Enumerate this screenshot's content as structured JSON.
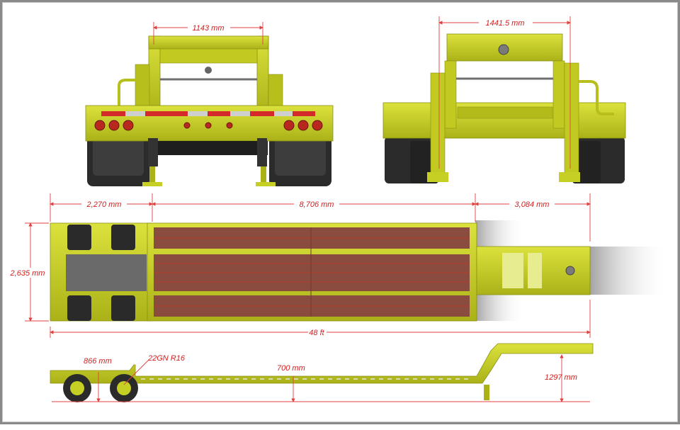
{
  "dimensions": {
    "rear_width": "1143 mm",
    "front_width": "1441.5 mm",
    "rear_section": "2,270 mm",
    "deck_length": "8,706 mm",
    "gooseneck": "3,084 mm",
    "overall_width": "2,635 mm",
    "overall_length": "48 ft",
    "axle_height": "866 mm",
    "tire_spec": "22GN R16",
    "deck_height": "700 mm",
    "fifth_wheel_height": "1297 mm"
  },
  "colors": {
    "body": "#c6cf23",
    "body_dark": "#9aa214",
    "deck_wood": "#8a4c3e",
    "dimension": "#d21f1f",
    "tire": "#2b2b2b"
  }
}
